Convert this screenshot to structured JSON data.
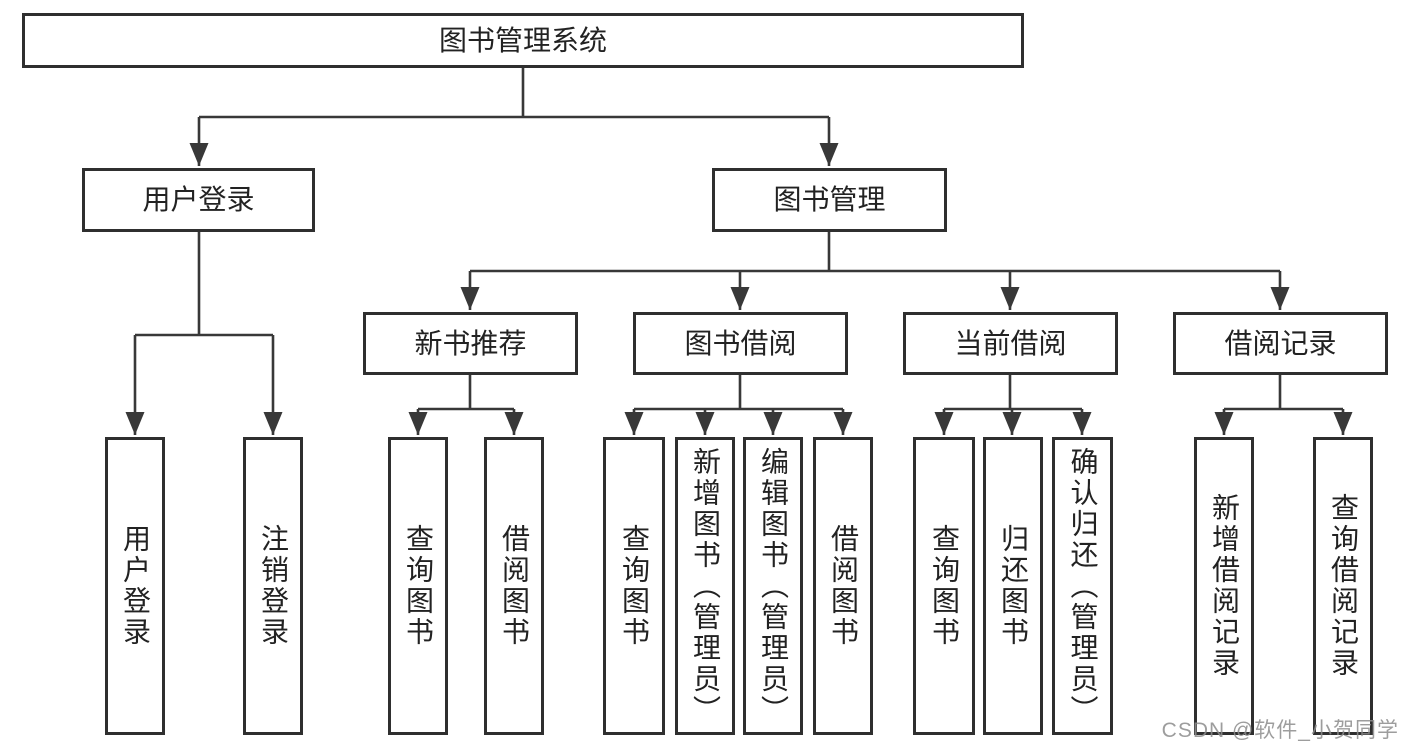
{
  "tree": {
    "label": "图书管理系统",
    "children": [
      {
        "label": "用户登录",
        "children": [
          {
            "label": "用户登录"
          },
          {
            "label": "注销登录"
          }
        ]
      },
      {
        "label": "图书管理",
        "children": [
          {
            "label": "新书推荐",
            "children": [
              {
                "label": "查询图书"
              },
              {
                "label": "借阅图书"
              }
            ]
          },
          {
            "label": "图书借阅",
            "children": [
              {
                "label": "查询图书"
              },
              {
                "label": "新增图书（管理员）"
              },
              {
                "label": "编辑图书（管理员）"
              },
              {
                "label": "借阅图书"
              }
            ]
          },
          {
            "label": "当前借阅",
            "children": [
              {
                "label": "查询图书"
              },
              {
                "label": "归还图书"
              },
              {
                "label": "确认归还（管理员）"
              }
            ]
          },
          {
            "label": "借阅记录",
            "children": [
              {
                "label": "新增借阅记录"
              },
              {
                "label": "查询借阅记录"
              }
            ]
          }
        ]
      }
    ]
  },
  "watermark": {
    "text": "CSDN @软件_小贺同学"
  },
  "colors": {
    "line": "#383838",
    "box_border": "#2f2f2f",
    "box_fill": "#ffffff",
    "text": "#222222",
    "watermark": "#8d8d8d",
    "background": "#ffffff"
  }
}
